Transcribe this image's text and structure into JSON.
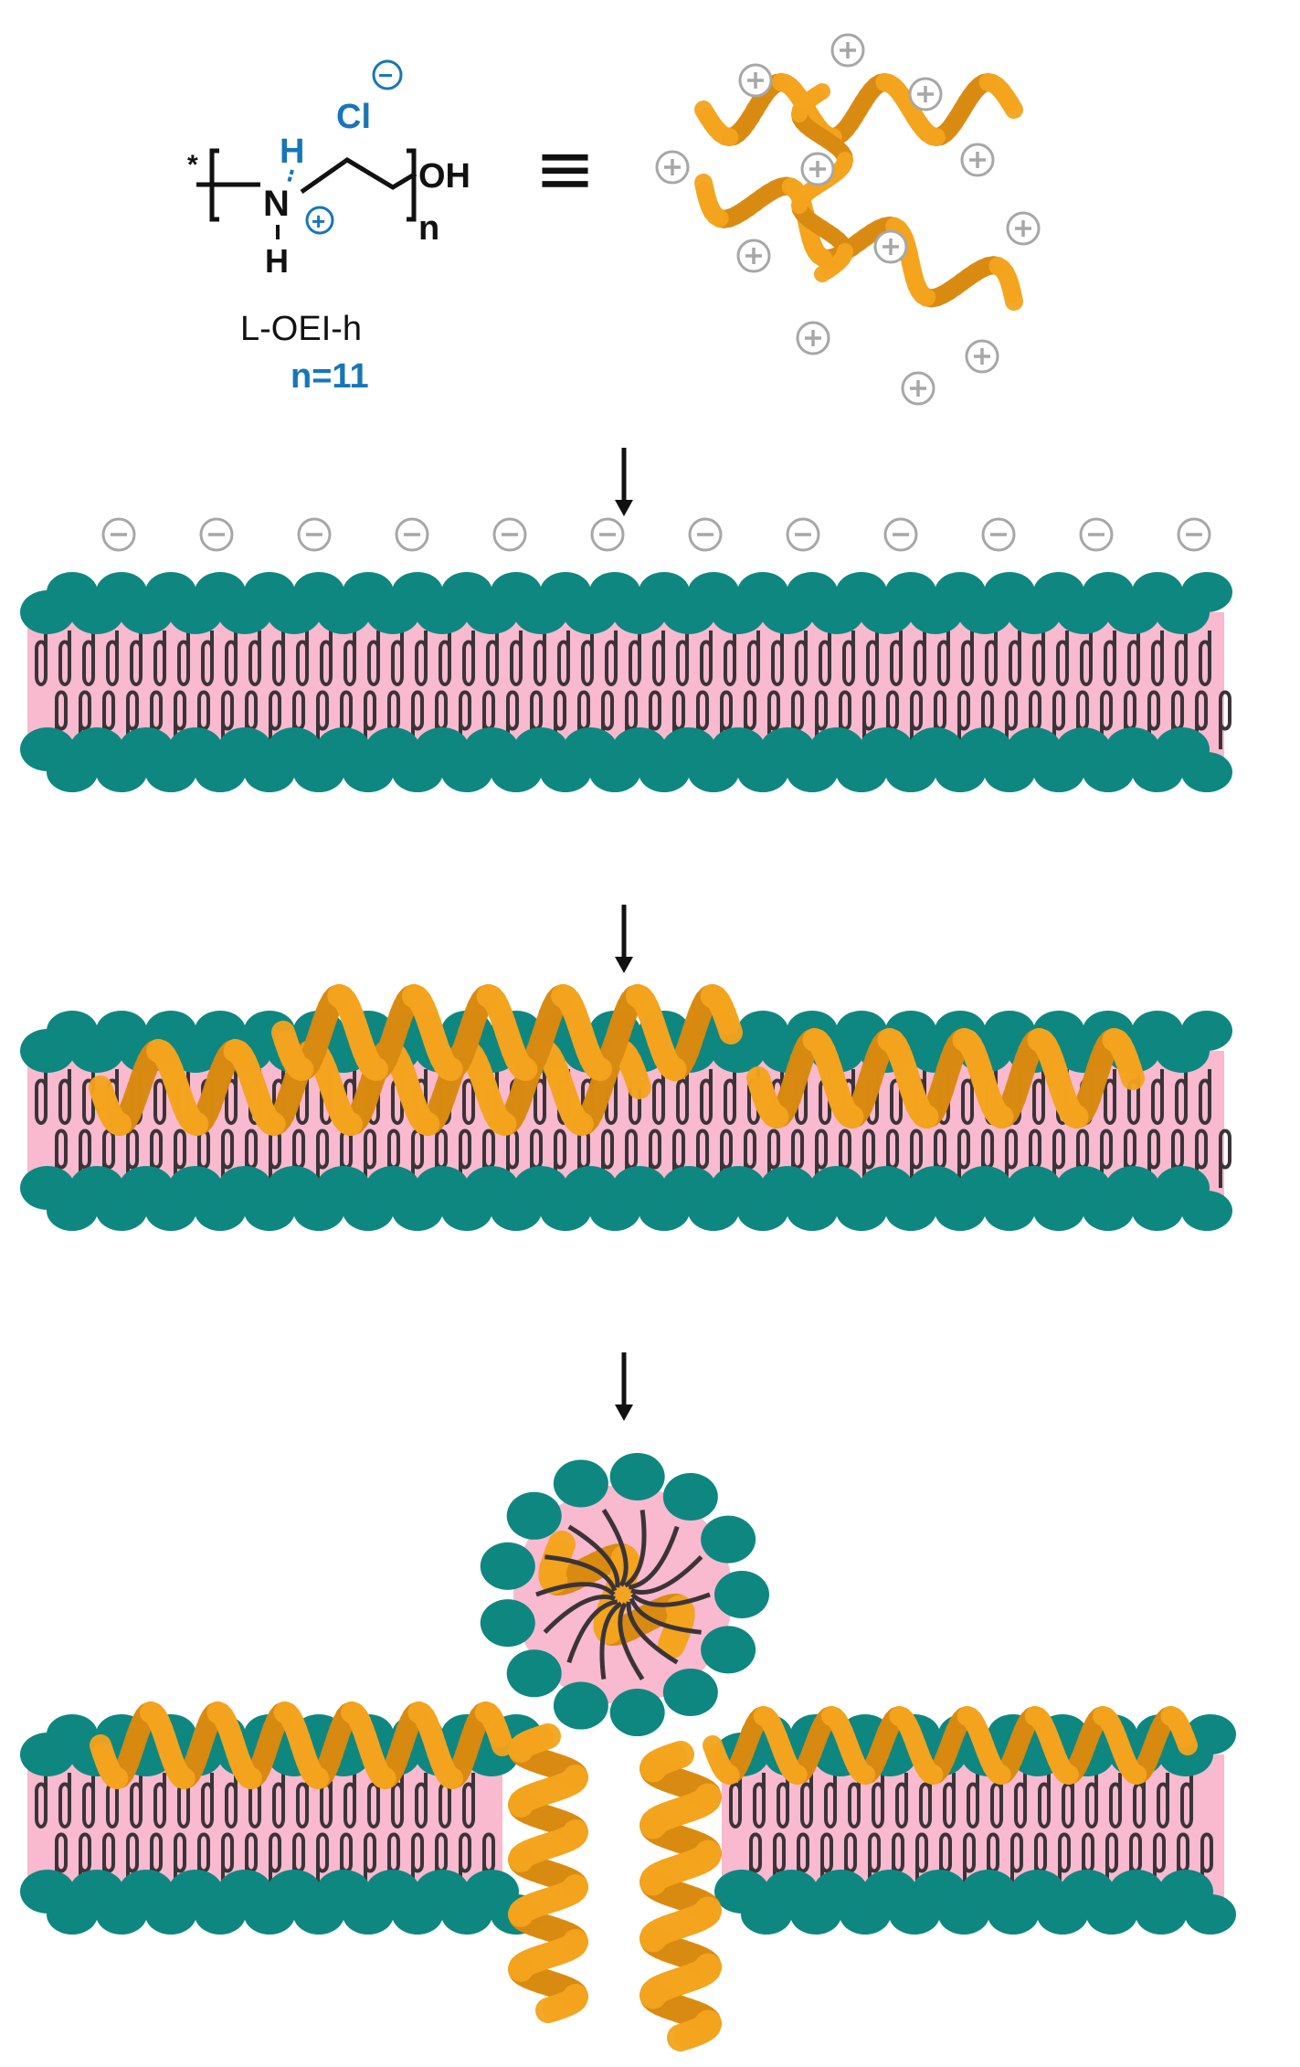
{
  "structure": {
    "star": "*",
    "H_top": "H",
    "N": "N",
    "H_bottom": "H",
    "OH": "OH",
    "n": "n",
    "Cl": "Cl",
    "plus_sign": "+",
    "minus_sign": "−",
    "equiv": "≡",
    "name": "L-OEI-h",
    "n_value": "n=11"
  },
  "colors": {
    "headgroup": "#0e8780",
    "bilayer_core": "#f9b9cf",
    "lipid_tail": "#3a3438",
    "peptide": "#f4a41d",
    "charge_symbol": "#a7a7a7",
    "blue_label": "#1876b7",
    "black": "#111111"
  },
  "icons": {
    "arrow": "down-arrow-icon",
    "positive_charge": "plus-charge-icon",
    "negative_charge": "minus-charge-icon",
    "helix": "helix-peptide-icon",
    "micelle": "micelle-icon"
  }
}
